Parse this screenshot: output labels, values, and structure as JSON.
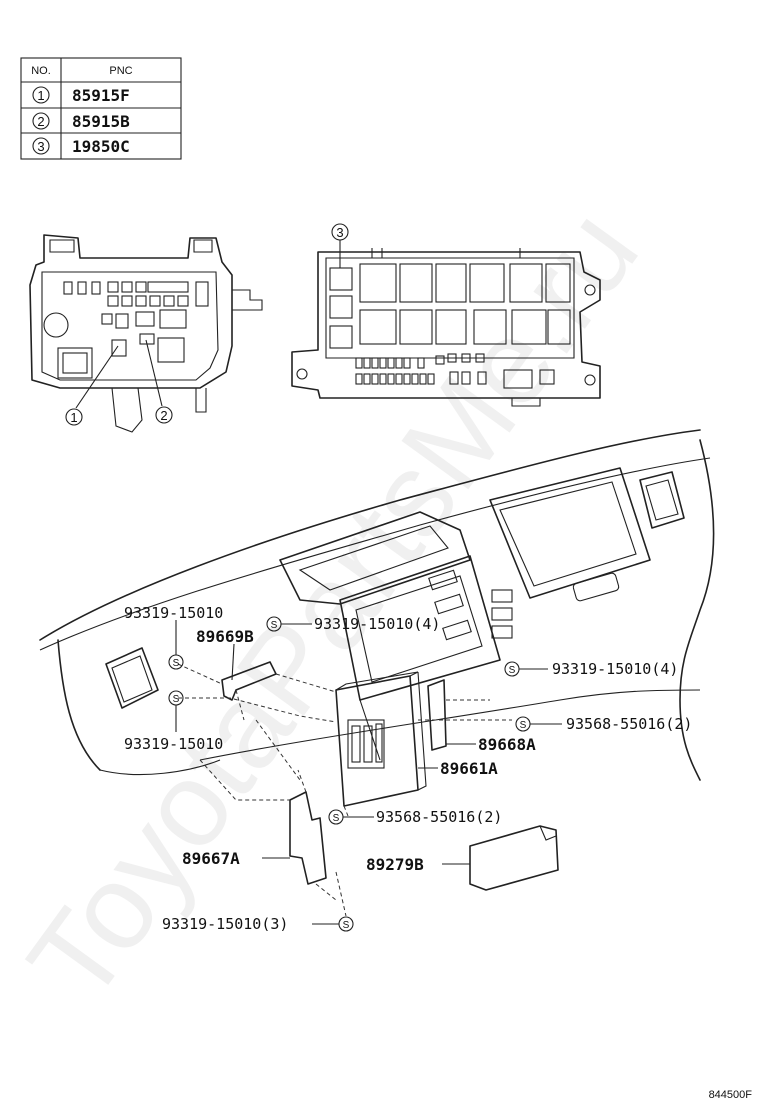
{
  "table": {
    "header_no": "NO.",
    "header_pnc": "PNC",
    "rows": [
      {
        "no": "1",
        "pnc": "85915F"
      },
      {
        "no": "2",
        "pnc": "85915B"
      },
      {
        "no": "3",
        "pnc": "19850C"
      }
    ]
  },
  "callouts": {
    "fuse_box_1": "1",
    "fuse_box_2": "2",
    "junction_block_3": "3"
  },
  "labels": {
    "bolt_upper_left": "93319-15010",
    "bracket_89669b": "89669B",
    "bolt_center_4": "93319-15010(4)",
    "bolt_right_4": "93319-15010(4)",
    "bolt_left_lower": "93319-15010",
    "nut_right_2": "93568-55016(2)",
    "bracket_89668a": "89668A",
    "ecu_89661a": "89661A",
    "nut_lower_2": "93568-55016(2)",
    "bracket_89667a": "89667A",
    "cover_89279b": "89279B",
    "bolt_bottom_3": "93319-15010(3)",
    "s_mark": "S"
  },
  "watermark": "ToyotaPartsMe.ru",
  "diagram_id": "844500F"
}
